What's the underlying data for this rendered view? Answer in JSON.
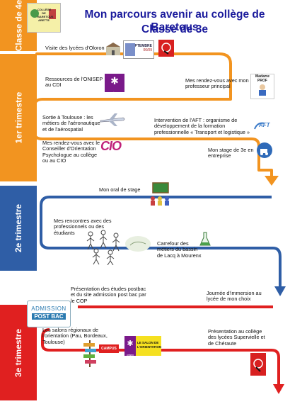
{
  "header": {
    "title": "Mon parcours avenir au collège de Baretous",
    "subtitle": "Classe de 3e",
    "logo_text": "COLLÈGE DE BARETOUS ARETTE"
  },
  "colors": {
    "orange": "#f29420",
    "blue": "#2f5ea6",
    "red": "#e02020",
    "title": "#1a1a9c"
  },
  "bands": [
    {
      "label": "Classe de 4e",
      "color": "#f29420"
    },
    {
      "label": "1er trimestre",
      "color": "#f29420"
    },
    {
      "label": "2e trimestre",
      "color": "#2f5ea6"
    },
    {
      "label": "3e trimestre",
      "color": "#e02020"
    }
  ],
  "steps": {
    "lycees": "Visite des lycées d'Oloron",
    "onisep": "Ressources de l'ONISEP au CDI",
    "prof": "Mes rendez-vous avec mon professeur principal",
    "toulouse": "Sortie à Toulouse : les métiers de l'aéronautique et de l'aérospatial",
    "aft": "Intervention de l'AFT : organisme de développement de la formation professionnelle « Transport et logistique »",
    "cop": "Mes rendez-vous avec le Conseiller d'Orientation Psychologue au collège ou au CIO",
    "stage": "Mon stage de 3e en entreprise",
    "oral": "Mon oral de stage",
    "rencontres": "Mes rencontres avec des professionnels ou des étudiants",
    "carrefour": "Carrefour des métiers du bassin de Lacq à Mourenx",
    "postbac": "Présentation des  études postbac et du site admission post bac par le COP",
    "immersion": "Journée d'immersion au lycée de mon choix",
    "salons": "Les salons régionaux de l'orientation (Pau, Bordeaux, Toulouse)",
    "presentation": "Présentation au collège des lycées Supervielle et de Chéraute"
  },
  "logos": {
    "septembre_l1": "SEPTEMBRE",
    "septembre_l2": "06/09",
    "onisep": "onisep",
    "madame_prof_l1": "Madame",
    "madame_prof_l2": "PROF",
    "aft": "AFT",
    "cio": "CIO",
    "apb_l1": "ADMISSION",
    "apb_l2": "POST BAC",
    "salon_l1": "LE SALON DE",
    "salon_l2": "L'ORIENTATION",
    "salon_onisep": "onisep",
    "campus": "CAMPUS"
  }
}
